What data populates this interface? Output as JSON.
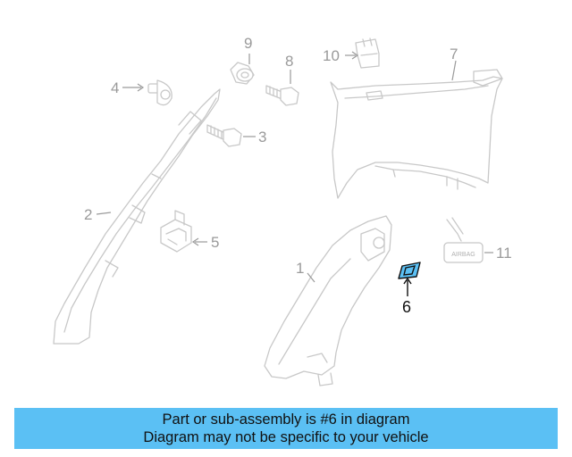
{
  "diagram": {
    "callouts": [
      {
        "id": "1",
        "label": "1"
      },
      {
        "id": "2",
        "label": "2"
      },
      {
        "id": "3",
        "label": "3"
      },
      {
        "id": "4",
        "label": "4"
      },
      {
        "id": "5",
        "label": "5"
      },
      {
        "id": "6",
        "label": "6",
        "highlighted": true
      },
      {
        "id": "7",
        "label": "7"
      },
      {
        "id": "8",
        "label": "8"
      },
      {
        "id": "9",
        "label": "9"
      },
      {
        "id": "10",
        "label": "10"
      },
      {
        "id": "11",
        "label": "11"
      }
    ],
    "airbag_tag": "AIRBAG",
    "colors": {
      "part_outline": "#c8c8c8",
      "callout": "#9a9a9a",
      "highlight_fill": "#5bc0f4",
      "highlight_text": "#111111"
    }
  },
  "banner": {
    "line1": "Part or sub-assembly is #6 in diagram",
    "line2": "Diagram may not be specific to your vehicle",
    "background": "#5bc0f4"
  }
}
